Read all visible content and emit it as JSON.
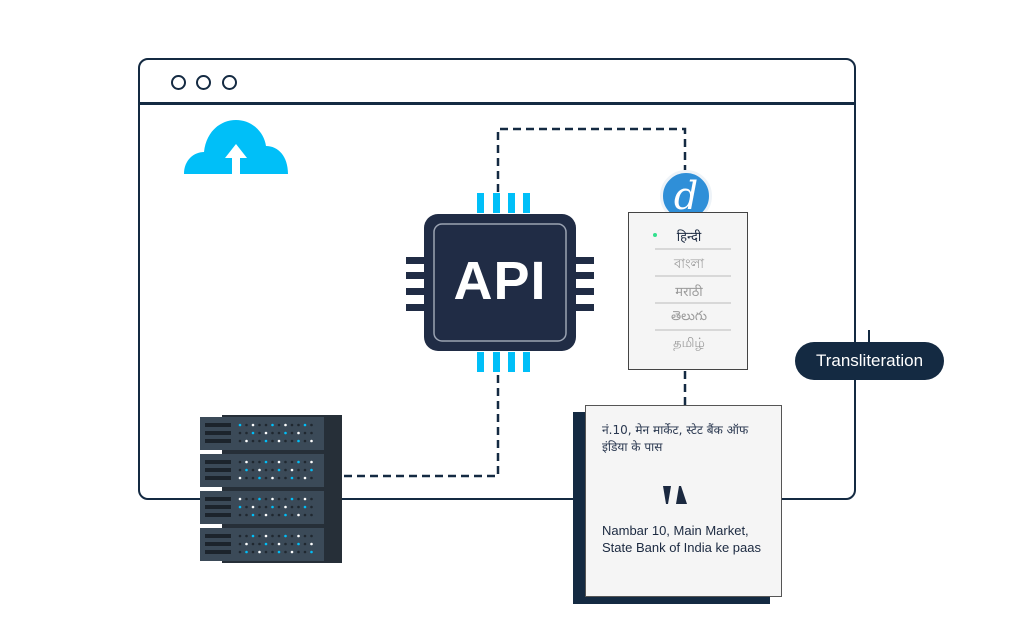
{
  "window": {
    "controls": [
      "window-dot-1",
      "window-dot-2",
      "window-dot-3"
    ]
  },
  "icons": {
    "cloud": "cloud-upload-icon",
    "chip": "api-chip-icon",
    "server": "server-rack-icon",
    "logo": "language-app-logo-icon",
    "swap": "swap-arrows-icon"
  },
  "chip": {
    "label": "API"
  },
  "logo": {
    "glyph": "d"
  },
  "languages": {
    "items": [
      {
        "label": "हिन्दी",
        "active": true
      },
      {
        "label": "বাংলা",
        "active": false
      },
      {
        "label": "मराठी",
        "active": false
      },
      {
        "label": "తెలుగు",
        "active": false
      },
      {
        "label": "தமிழ்",
        "active": false
      }
    ]
  },
  "badge": {
    "label": "Transliteration"
  },
  "address": {
    "hindi": "नं.10, मेन मार्केट, स्टेट बैंक ऑफ इंडिया के पास",
    "english": "Nambar 10, Main Market, State Bank of India ke paas"
  },
  "colors": {
    "navy": "#142a42",
    "cyan": "#00bff8",
    "chip_body": "#202c45",
    "server": "#3b4a58",
    "logo_blue": "#2f8fd8",
    "active_dot": "#33e08e"
  }
}
